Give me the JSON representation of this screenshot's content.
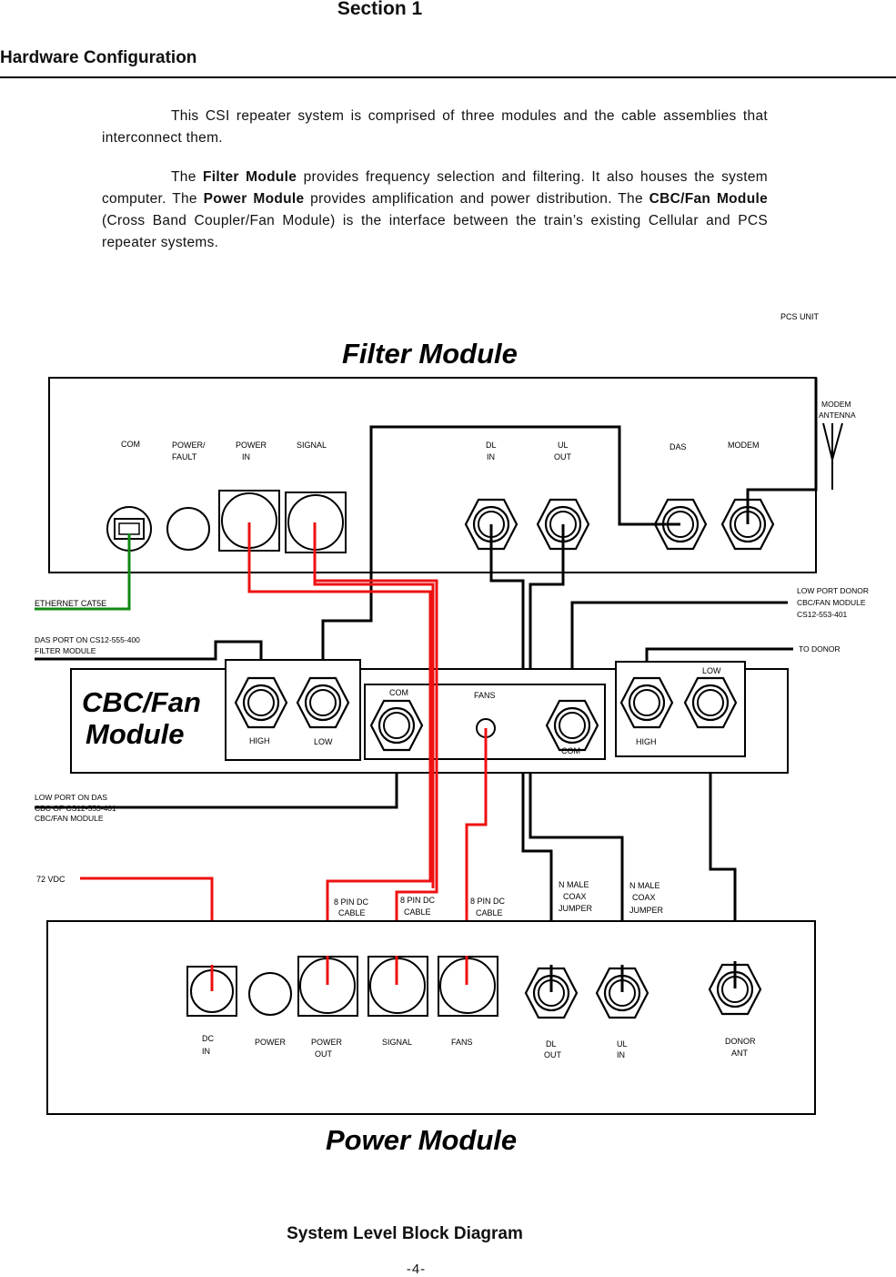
{
  "header": {
    "section": "Section 1",
    "title": "Hardware Configuration"
  },
  "body": {
    "p1": "This CSI repeater system is comprised of three modules and the cable assemblies that interconnect them.",
    "p2_pre": "The ",
    "p2_filter": "Filter Module",
    "p2_mid1": " provides frequency selection and filtering. It also houses the system computer.  The ",
    "p2_power": "Power Module",
    "p2_mid2": " provides amplification and power distribution. The ",
    "p2_cbc": "CBC/Fan Module",
    "p2_post": " (Cross Band Coupler/Fan Module) is the interface between the train’s existing Cellular and PCS repeater systems."
  },
  "diagram": {
    "pcs_unit": "PCS UNIT",
    "filter_module": {
      "title": "Filter Module",
      "com": "COM",
      "power_fault_1": "POWER/",
      "power_fault_2": "FAULT",
      "power_in_1": "POWER",
      "power_in_2": "IN",
      "signal": "SIGNAL",
      "dl_in_1": "DL",
      "dl_in_2": "IN",
      "ul_out_1": "UL",
      "ul_out_2": "OUT",
      "das": "DAS",
      "modem": "MODEM",
      "modem_antenna_1": "MODEM",
      "modem_antenna_2": "ANTENNA"
    },
    "ethernet": "ETHERNET CAT5E",
    "das_port_1": "DAS PORT ON CS12-555-400",
    "das_port_2": "FILTER MODULE",
    "low_port_donor_1": "LOW PORT DONOR",
    "low_port_donor_2": "CBC/FAN MODULE",
    "low_port_donor_3": "CS12-553-401",
    "to_donor": "TO DONOR",
    "cbc_module": {
      "title_1": "CBC/Fan",
      "title_2": "Module",
      "high_left": "HIGH",
      "low_left": "LOW",
      "com_top": "COM",
      "fans": "FANS",
      "com_bottom": "COM",
      "high_right": "HIGH",
      "low_right": "LOW"
    },
    "low_port_das_1": "LOW PORT ON DAS",
    "low_port_das_2": "CBC OF CS12-553-401",
    "low_port_das_3": "CBC/FAN MODULE",
    "vdc": "72 VDC",
    "cable_1a": "8 PIN DC",
    "cable_1b": "CABLE",
    "cable_2a": "8 PIN DC",
    "cable_2b": "CABLE",
    "cable_3a": "8 PIN DC",
    "cable_3b": "CABLE",
    "jumper_1a": "N MALE",
    "jumper_1b": "COAX",
    "jumper_1c": "JUMPER",
    "jumper_2a": "N MALE",
    "jumper_2b": "COAX",
    "jumper_2c": "JUMPER",
    "power_module": {
      "title": "Power Module",
      "dc_in_1": "DC",
      "dc_in_2": "IN",
      "power": "POWER",
      "power_out_1": "POWER",
      "power_out_2": "OUT",
      "signal": "SIGNAL",
      "fans": "FANS",
      "dl_out_1": "DL",
      "dl_out_2": "OUT",
      "ul_in_1": "UL",
      "ul_in_2": "IN",
      "donor_ant_1": "DONOR",
      "donor_ant_2": "ANT"
    }
  },
  "caption": "System Level Block Diagram",
  "page_number": "-4-"
}
